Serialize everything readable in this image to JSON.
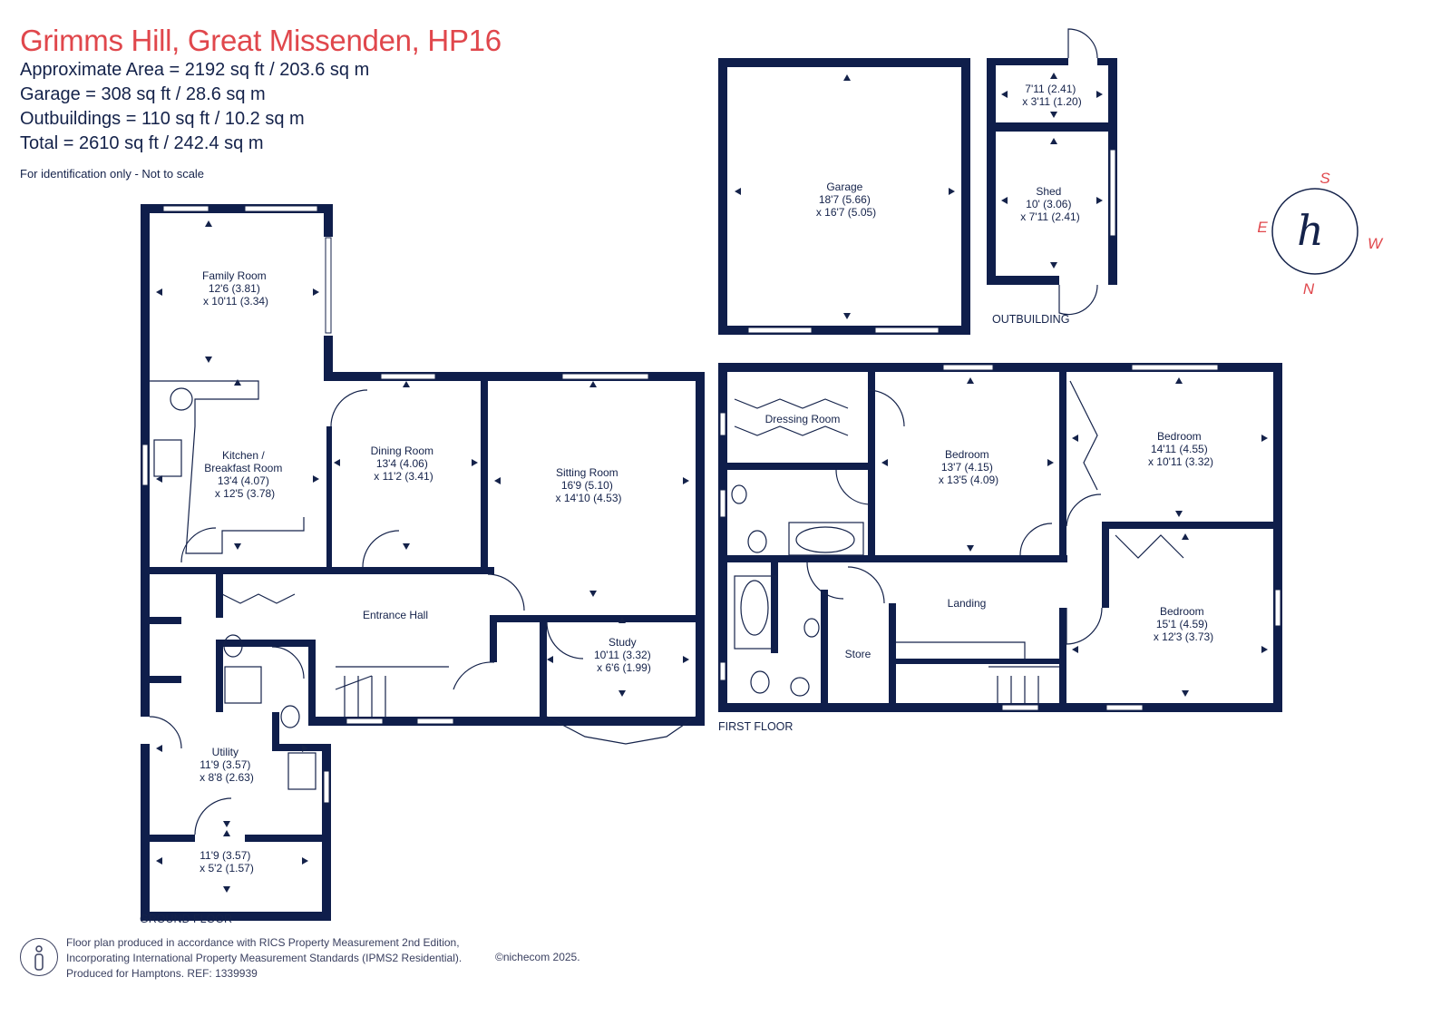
{
  "header": {
    "title": "Grimms Hill, Great Missenden, HP16",
    "areas": [
      "Approximate Area = 2192 sq ft / 203.6 sq m",
      "Garage = 308 sq ft / 28.6 sq m",
      "Outbuildings = 110 sq ft / 10.2 sq m",
      "Total = 2610 sq ft / 242.4 sq m"
    ],
    "note": "For identification only - Not to scale"
  },
  "floors": {
    "ground": "GROUND FLOOR",
    "first": "FIRST FLOOR",
    "outbuilding": "OUTBUILDING"
  },
  "rooms": {
    "family": [
      "Family Room",
      "12'6 (3.81)",
      "x 10'11 (3.34)"
    ],
    "kitchen": [
      "Kitchen /",
      "Breakfast Room",
      "13'4 (4.07)",
      "x 12'5 (3.78)"
    ],
    "dining": [
      "Dining Room",
      "13'4 (4.06)",
      "x 11'2 (3.41)"
    ],
    "sitting": [
      "Sitting Room",
      "16'9 (5.10)",
      "x 14'10 (4.53)"
    ],
    "entrance": [
      "Entrance Hall"
    ],
    "study": [
      "Study",
      "10'11 (3.32)",
      "x 6'6 (1.99)"
    ],
    "utility": [
      "Utility",
      "11'9 (3.57)",
      "x 8'8 (2.63)"
    ],
    "store_ground": [
      "11'9 (3.57)",
      "x 5'2 (1.57)"
    ],
    "garage": [
      "Garage",
      "18'7 (5.66)",
      "x 16'7 (5.05)"
    ],
    "out_small": [
      "7'11 (2.41)",
      "x 3'11 (1.20)"
    ],
    "shed": [
      "Shed",
      "10' (3.06)",
      "x 7'11 (2.41)"
    ],
    "dressing": [
      "Dressing Room"
    ],
    "bedroom1": [
      "Bedroom",
      "13'7 (4.15)",
      "x 13'5 (4.09)"
    ],
    "bedroom2": [
      "Bedroom",
      "14'11 (4.55)",
      "x 10'11 (3.32)"
    ],
    "bedroom3": [
      "Bedroom",
      "15'1 (4.59)",
      "x 12'3 (3.73)"
    ],
    "landing": [
      "Landing"
    ],
    "store_first": [
      "Store"
    ]
  },
  "compass": {
    "s": "S",
    "e": "E",
    "w": "W",
    "n": "N",
    "logo": "h"
  },
  "footer": {
    "lines": [
      "Floor plan produced in accordance with RICS Property Measurement 2nd Edition,",
      "Incorporating International Property Measurement Standards (IPMS2 Residential).",
      "Produced for Hamptons.  REF:  1339939"
    ],
    "copyright": "©nichecom 2025."
  },
  "colors": {
    "title": "#e0474c",
    "wall": "#0f1e4b",
    "text": "#14224a"
  }
}
